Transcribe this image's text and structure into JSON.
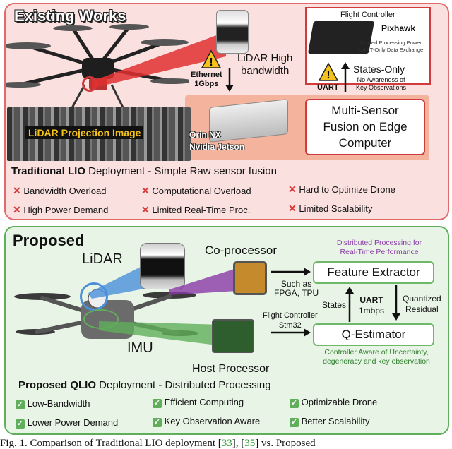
{
  "existing": {
    "title": "Existing Works",
    "lidar_link": {
      "label_line1": "LiDAR High",
      "label_line2": "bandwidth",
      "conn_line1": "Ethernet",
      "conn_line2": "1Gbps"
    },
    "flight_controller": {
      "title": "Flight Controller",
      "name": "Pixhawk",
      "note1": "Limited Processing Power",
      "note2": "UART-Only Data Exchange"
    },
    "uart_link": {
      "conn": "UART",
      "label": "States-Only",
      "note1": "No Awareness of",
      "note2": "Key Observations"
    },
    "projection_label": "LiDAR Projection Image",
    "edge_label_line1": "Orin NX",
    "edge_label_line2": "Nvidia Jetson",
    "fusion_line1": "Multi-Sensor",
    "fusion_line2": "Fusion on Edge",
    "fusion_line3": "Computer",
    "deployment_bold": "Traditional LIO",
    "deployment_rest": " Deployment - Simple Raw sensor fusion",
    "issues": [
      "Bandwidth Overload",
      "Computational Overload",
      "Hard to Optimize Drone",
      "High Power Demand",
      "Limited Real-Time Proc.",
      "Limited Scalability"
    ]
  },
  "proposed": {
    "title": "Proposed",
    "lidar_label": "LiDAR",
    "coproc_label": "Co-processor",
    "imu_label": "IMU",
    "host_label": "Host Processor",
    "distributed_note1": "Distributed Processing for",
    "distributed_note2": "Real-Time Performance",
    "feature_extractor": "Feature Extractor",
    "such_as_line1": "Such as",
    "such_as_line2": "FPGA, TPU",
    "states": "States",
    "uart_line1": "UART",
    "uart_line2": "1mbps",
    "quantized_line1": "Quantized",
    "quantized_line2": "Residual",
    "fc_line1": "Flight Controller",
    "fc_line2": "Stm32",
    "q_estimator": "Q-Estimator",
    "estimator_note1": "Controller Aware of Uncertainty,",
    "estimator_note2": "degeneracy and key observation",
    "deployment_bold": "Proposed QLIO",
    "deployment_rest": " Deployment - Distributed Processing",
    "benefits": [
      "Low-Bandwidth",
      "Efficient Computing",
      "Optimizable Drone",
      "Lower Power Demand",
      "Key Observation Aware",
      "Better Scalability"
    ]
  },
  "caption": {
    "prefix": "Fig. 1.   Comparison of Traditional LIO deployment [",
    "ref1": "33",
    "mid": "], [",
    "ref2": "35",
    "suffix": "] vs. Proposed"
  },
  "colors": {
    "red_accent": "#d23b3b",
    "green_accent": "#5fae5a",
    "purple_accent": "#8a3aa8",
    "warning_yellow": "#f5c21b"
  }
}
